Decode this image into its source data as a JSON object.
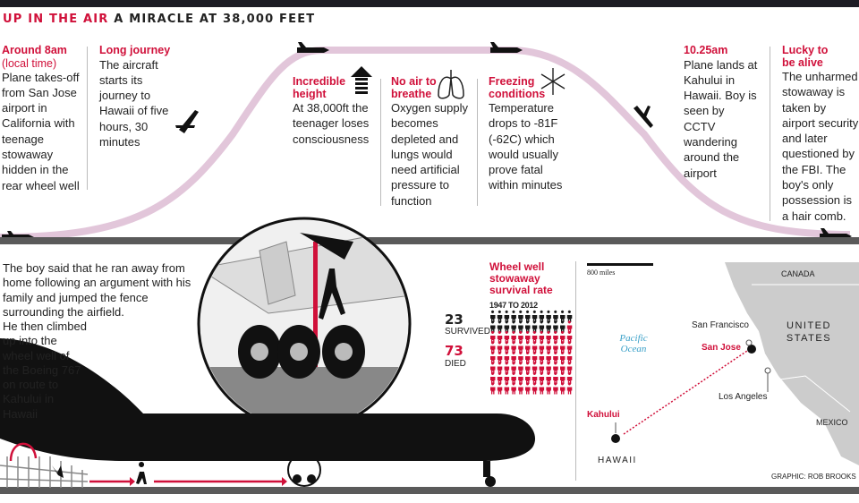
{
  "header": {
    "kicker": "UP IN THE AIR",
    "title": "A MIRACLE AT 38,000 FEET"
  },
  "timeline": [
    {
      "heading": "Around 8am",
      "subheading": "(local time)",
      "body": "Plane takes-off from San Jose airport in California with teenage stowaway hidden in the rear wheel well"
    },
    {
      "heading": "Long journey",
      "body": "The aircraft starts its journey to Hawaii of five hours, 30 minutes"
    },
    {
      "heading": "Incredible height",
      "icon": "up-arrow-icon",
      "body": "At 38,000ft the teenager loses consciousness"
    },
    {
      "heading": "No air to breathe",
      "icon": "lungs-icon",
      "body": "Oxygen supply becomes depleted and lungs would need artificial pressure to function"
    },
    {
      "heading": "Freezing conditions",
      "icon": "snowflake-icon",
      "body": "Temperature drops to -81F (-62C) which would usually prove fatal within minutes"
    },
    {
      "heading": "10.25am",
      "body": "Plane lands at Kahului in Hawaii. Boy is seen by CCTV wandering around the airport"
    },
    {
      "heading": "Lucky to be alive",
      "body": "The unharmed stowaway is taken by airport security and later questioned by the FBI. The boy's only possession is a hair comb."
    }
  ],
  "story": {
    "intro": "The boy said that he ran away from home following an argument with his family and jumped the fence surrounding the airfield.",
    "climb": "He then climbed up into the wheel well of the Boeing 767 on route to Kahului in Hawaii"
  },
  "survival": {
    "title": "Wheel well stowaway survival rate",
    "period": "1947 TO 2012",
    "survived": 23,
    "survived_label": "SURVIVED",
    "died": 73,
    "died_label": "DIED",
    "colors": {
      "survived": "#1a1a1a",
      "died": "#d0103a"
    }
  },
  "map": {
    "scale": "800 miles",
    "ocean": "Pacific Ocean",
    "countries": [
      "CANADA",
      "UNITED STATES",
      "MEXICO"
    ],
    "cities": [
      "San Francisco",
      "San Jose",
      "Los Angeles",
      "Kahului"
    ],
    "region": "HAWAII",
    "credit": "GRAPHIC: ROB BROOKS"
  },
  "colors": {
    "accent": "#d0103a",
    "path": "#e2c6da",
    "ocean_label": "#3aa0c8"
  }
}
